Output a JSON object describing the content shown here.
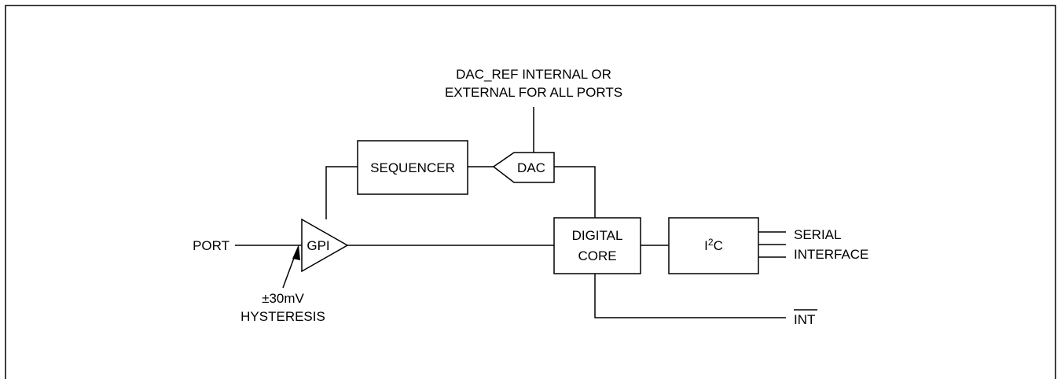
{
  "blocks": {
    "dac_ref_line1": "DAC_REF INTERNAL OR",
    "dac_ref_line2": "EXTERNAL FOR ALL PORTS",
    "sequencer": "SEQUENCER",
    "dac": "DAC",
    "gpi": "GPI",
    "port": "PORT",
    "digital_core_line1": "DIGITAL",
    "digital_core_line2": "CORE",
    "i2c_base": "I",
    "i2c_sup": "2",
    "i2c_tail": "C",
    "serial_line1": "SERIAL",
    "serial_line2": "INTERFACE",
    "int": "INT",
    "hysteresis_line1": "±30mV",
    "hysteresis_line2": "HYSTERESIS"
  }
}
